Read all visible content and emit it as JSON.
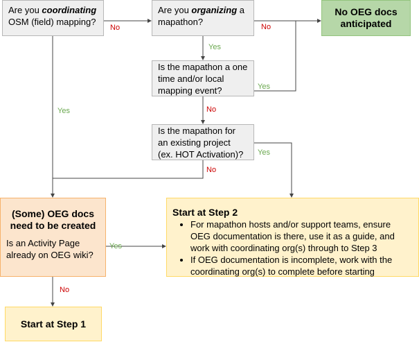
{
  "nodes": {
    "coordinating": {
      "prefix": "Are you ",
      "emph": "coordinating",
      "suffix": "OSM (field) mapping?"
    },
    "organizing": {
      "prefix": "Are you ",
      "emph": "organizing",
      "suffix": " a mapathon?"
    },
    "no_docs": "No OEG docs anticipated",
    "one_time": "Is the mapathon a one time and/or local mapping event?",
    "existing": "Is the mapathon for an existing project (ex. HOT Activation)?",
    "some_docs": {
      "title": "(Some) OEG docs need to be created",
      "question": "Is an Activity Page already on OEG wiki?"
    },
    "step2": {
      "title": "Start at Step 2",
      "bullets": [
        "For mapathon hosts and/or support teams, ensure OEG documentation is there, use it as a guide, and work with coordinating org(s) through to Step 3",
        "If OEG documentation is incomplete, work with the coordinating org(s) to complete before starting"
      ]
    },
    "step1": "Start at Step 1"
  },
  "labels": {
    "yes": "Yes",
    "no": "No"
  },
  "colors": {
    "question": "#efefef",
    "terminal": "#b6d7a8",
    "orange": "#fce5cd",
    "yellow": "#fff2cc",
    "yes": "#6aa84f",
    "no": "#cc0000"
  }
}
